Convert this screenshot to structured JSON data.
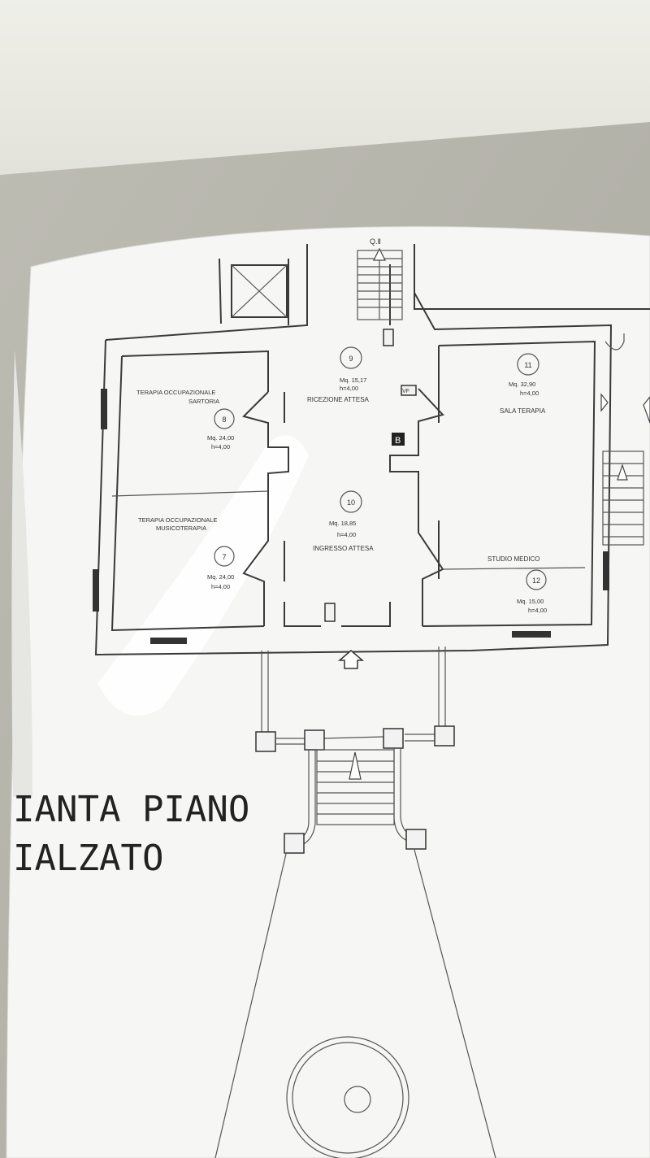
{
  "plan": {
    "title_line1": "IANTA PIANO",
    "title_line2": "IALZATO",
    "top_label": "Q.Ⅱ",
    "vf_label": "VF",
    "badge_label": "B",
    "rooms": [
      {
        "number": "9",
        "name": "RICEZIONE ATTESA",
        "area": "Mq. 15,17",
        "height": "h=4,00"
      },
      {
        "number": "11",
        "name": "SALA TERAPIA",
        "area": "Mq. 32,90",
        "height": "h=4,00"
      },
      {
        "number": "8",
        "name_line1": "TERAPIA OCCUPAZIONALE",
        "name_line2": "SARTORIA",
        "area": "Mq. 24,00",
        "height": "h=4,00"
      },
      {
        "number": "10",
        "name": "INGRESSO ATTESA",
        "area": "Mq. 18,85",
        "height": "h=4,00"
      },
      {
        "number": "7",
        "name_line1": "TERAPIA OCCUPAZIONALE",
        "name_line2": "MUSICOTERAPIA",
        "area": "Mq. 24,00",
        "height": "h=4,00"
      },
      {
        "number": "12",
        "name": "STUDIO MEDICO",
        "area": "Mq. 15,00",
        "height": "h=4,00"
      }
    ]
  }
}
